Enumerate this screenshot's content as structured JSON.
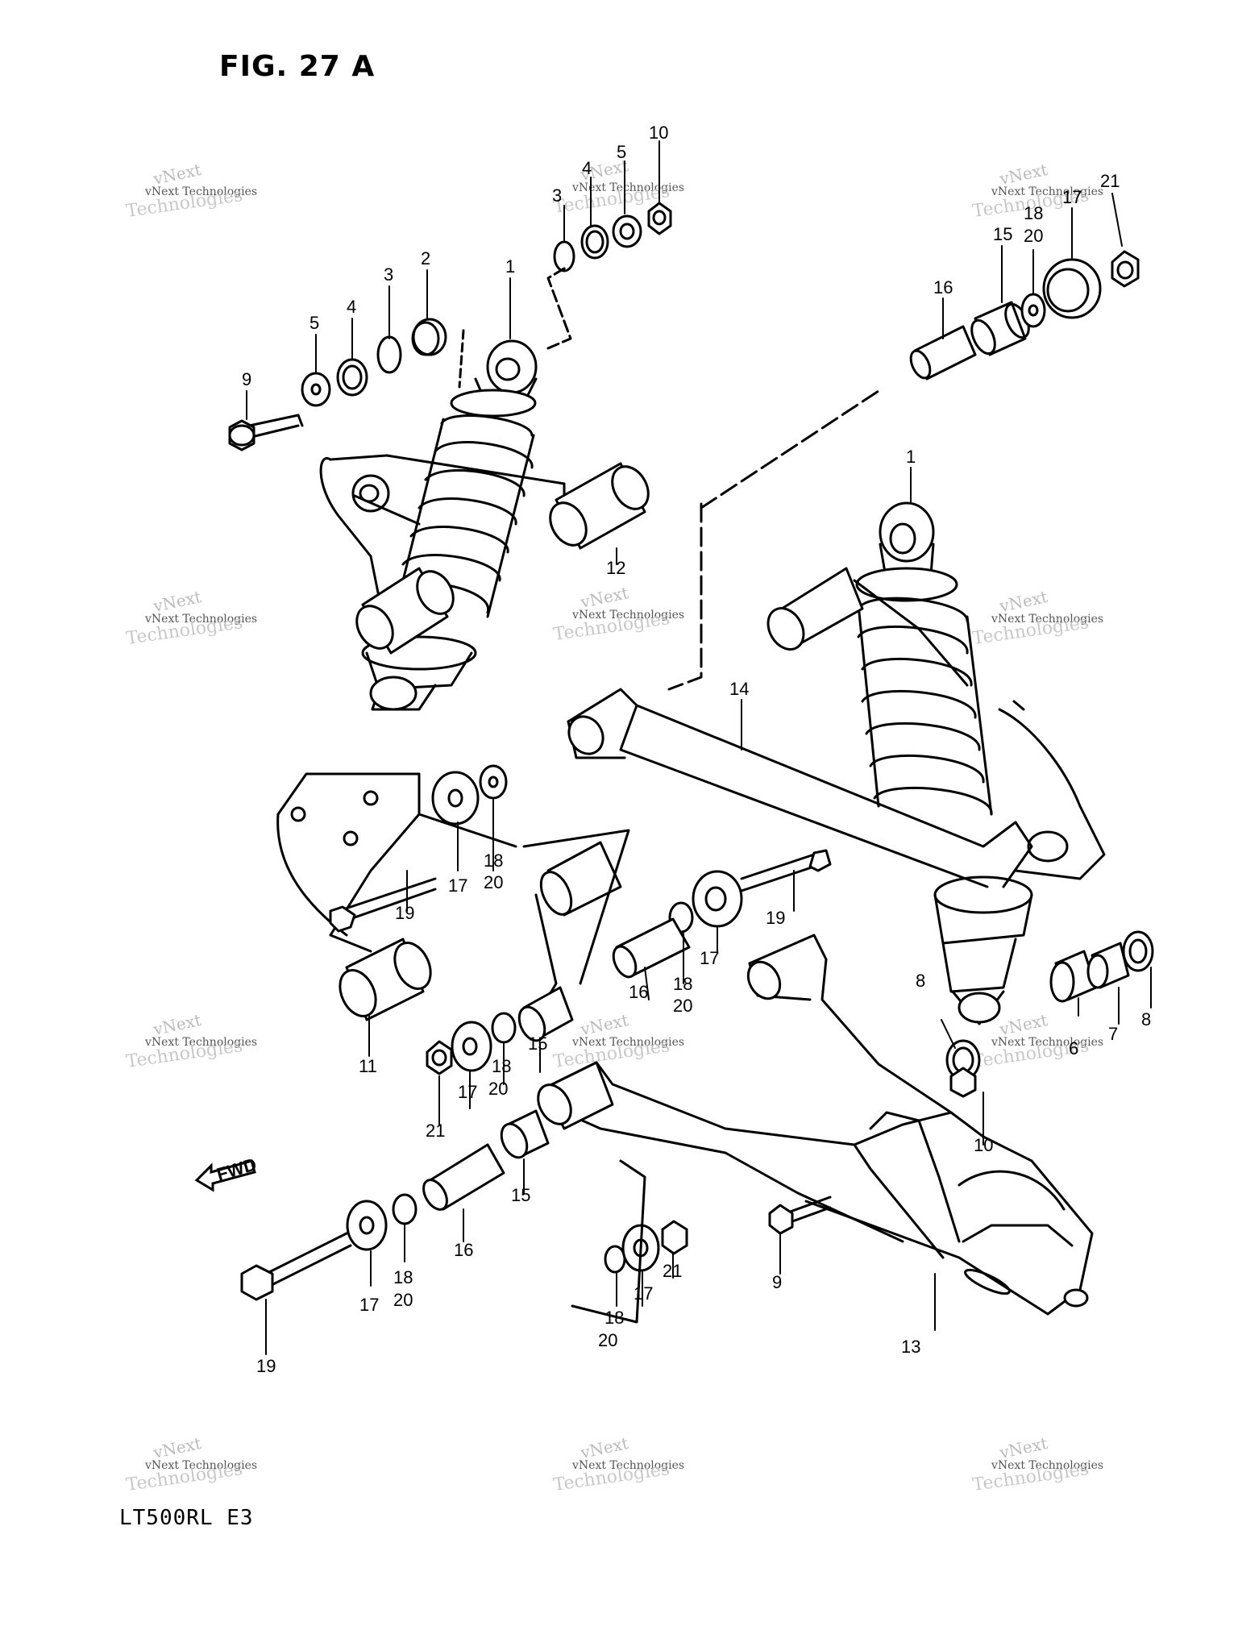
{
  "figure": {
    "title": "FIG. 27 A",
    "model": "LT500RL  E3",
    "fwd_label": "FWD"
  },
  "watermark": {
    "line1": "vNext",
    "line2": "vNext Technologies",
    "line3": "Technologies"
  },
  "callouts": [
    "1",
    "1",
    "2",
    "3",
    "3",
    "4",
    "4",
    "5",
    "5",
    "6",
    "7",
    "8",
    "8",
    "9",
    "9",
    "10",
    "10",
    "11",
    "12",
    "13",
    "14",
    "15",
    "15",
    "15",
    "16",
    "16",
    "16",
    "17",
    "17",
    "17",
    "17",
    "17",
    "18",
    "18",
    "18",
    "18",
    "18",
    "18",
    "19",
    "19",
    "19",
    "20",
    "20",
    "20",
    "20",
    "20",
    "20",
    "21",
    "21",
    "21"
  ]
}
